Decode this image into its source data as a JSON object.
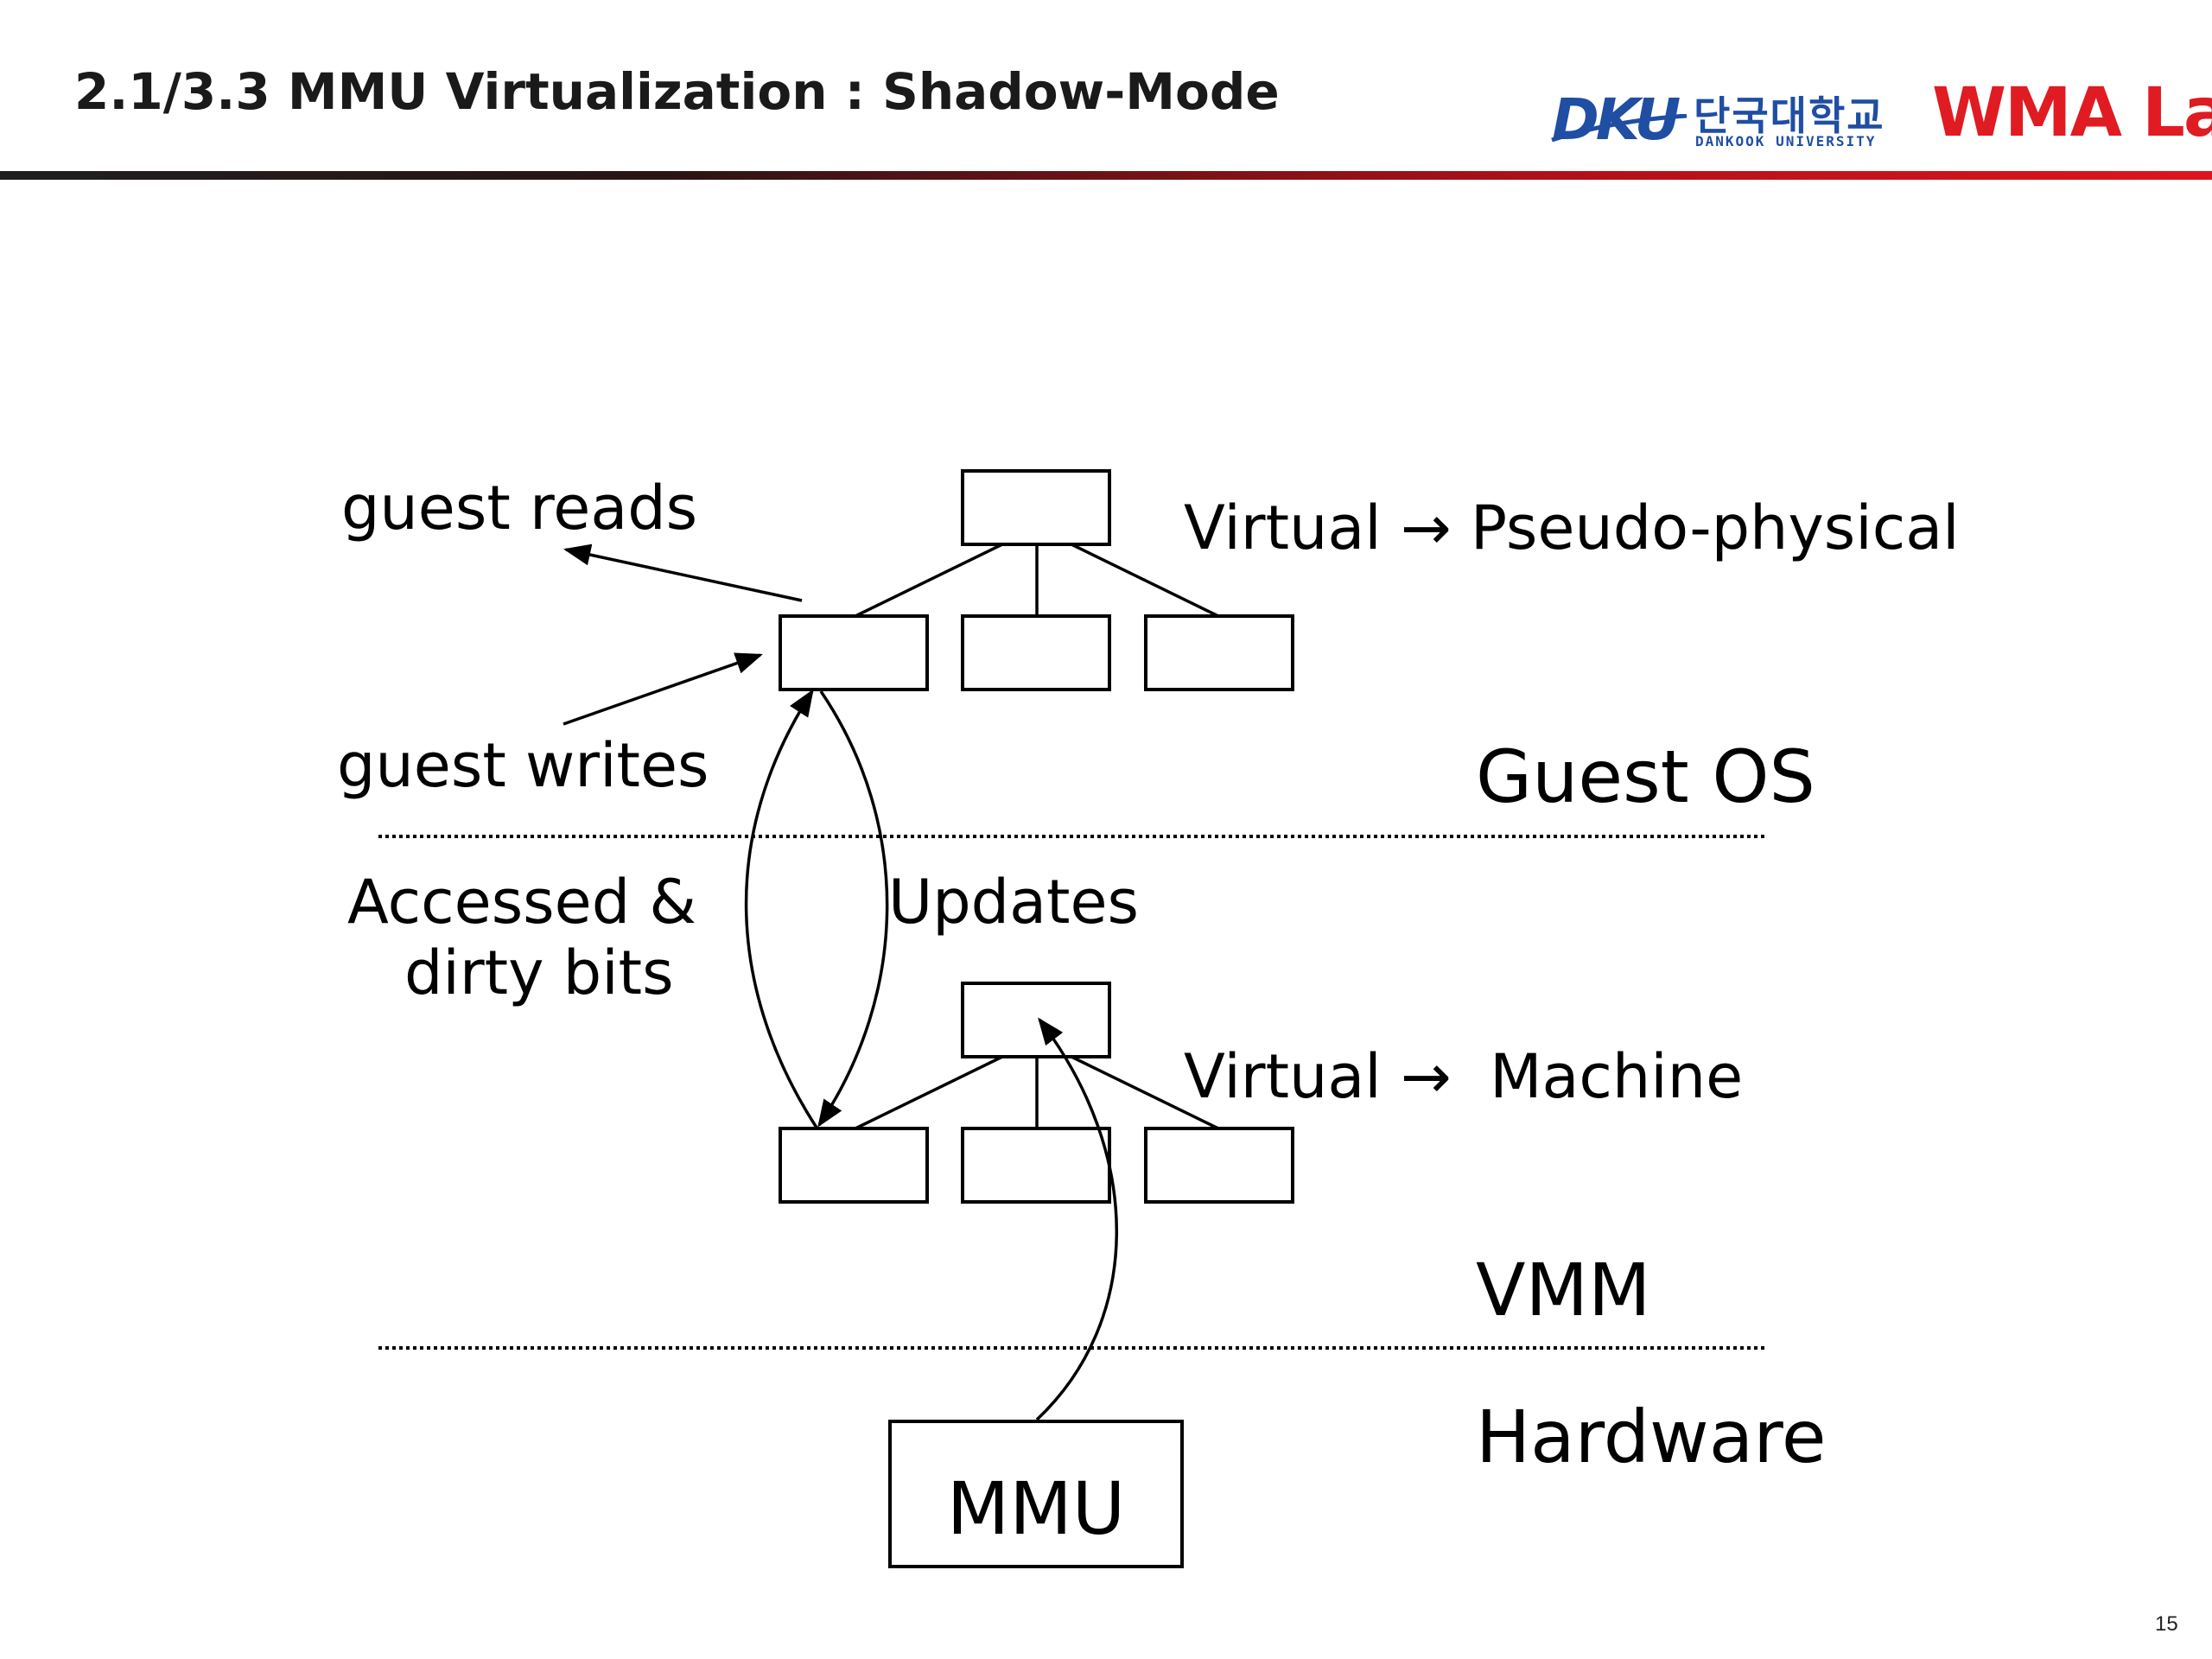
{
  "slide": {
    "title": "2.1/3.3 MMU Virtualization : Shadow-Mode",
    "page_number": "15"
  },
  "logos": {
    "dku_mark": "DKU",
    "dku_korean": "단국대학교",
    "dku_english": "DANKOOK UNIVERSITY",
    "lab_name": "WMA Lab",
    "lab_reg_mark": "®"
  },
  "diagram": {
    "guest_reads": "guest reads",
    "guest_writes": "guest writes",
    "virtual_to_pseudo": "Virtual → Pseudo-physical",
    "guest_os": "Guest OS",
    "accessed_line1": "Accessed &",
    "accessed_line2": "dirty bits",
    "updates": "Updates",
    "virtual_to_machine": "Virtual →  Machine",
    "vmm": "VMM",
    "hardware": "Hardware",
    "mmu": "MMU"
  },
  "colors": {
    "accent_red": "#e01b22",
    "brand_blue": "#1f4ea3",
    "ink": "#000000"
  }
}
